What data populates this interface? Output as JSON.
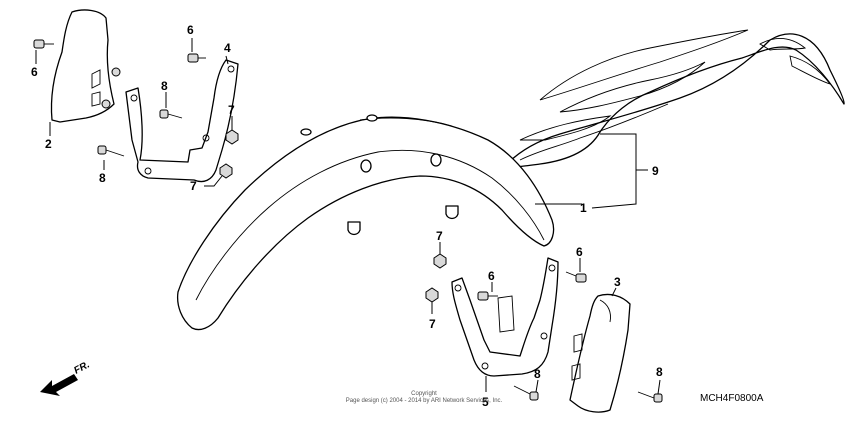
{
  "callouts": {
    "c1": "1",
    "c2": "2",
    "c3": "3",
    "c4": "4",
    "c5": "5",
    "c6a": "6",
    "c6b": "6",
    "c6c": "6",
    "c6d": "6",
    "c7a": "7",
    "c7b": "7",
    "c7c": "7",
    "c7d": "7",
    "c8a": "8",
    "c8b": "8",
    "c8c": "8",
    "c8d": "8",
    "c9": "9"
  },
  "diagram_code": "MCH4F0800A",
  "direction_label": "FR.",
  "copyright": {
    "line1": "Copyright",
    "line2": "Page design (c) 2004 - 2014 by ARI Network Services, Inc."
  },
  "colors": {
    "line": "#000000",
    "background": "#ffffff",
    "hardware": "#d9d9d9"
  }
}
